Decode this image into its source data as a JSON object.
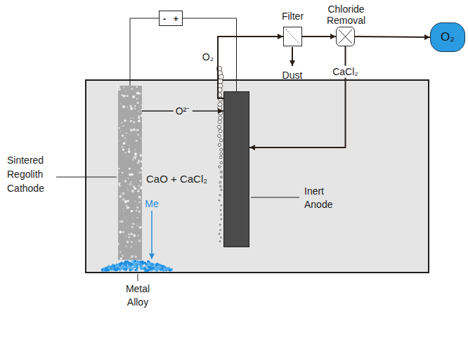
{
  "diagram": {
    "nodes": [
      {
        "text": [
          "-",
          "+"
        ]
      },
      {
        "text": [
          "Filter"
        ]
      },
      {
        "text": [
          "Chloride Removal"
        ]
      },
      {
        "text": [
          "O₂"
        ]
      },
      {
        "text": [
          "CaO + CaCl₂"
        ]
      },
      {
        "text": [
          "Sintered Regolith Cathode"
        ],
        "in": 4
      },
      {
        "text": [
          "Inert Anode"
        ],
        "in": 4
      }
    ],
    "edges": [
      {
        "from": 0,
        "to": 5,
        "arrow": "none"
      },
      {
        "from": 0,
        "to": 6,
        "arrow": "none"
      },
      {
        "from": 6,
        "to": 1,
        "arrow": "to"
      },
      {
        "from": 1,
        "to": 2,
        "arrow": "to"
      },
      {
        "from": 2,
        "to": 3,
        "arrow": "to"
      },
      {
        "from": 2,
        "to": 6,
        "label": "CaCl₂",
        "arrow": "to"
      },
      {
        "from": 5,
        "to": 6,
        "label": "O²⁻",
        "arrow": "to"
      }
    ],
    "labels": [
      "O₂",
      "Me",
      "Dust",
      "Metal Alloy"
    ]
  }
}
